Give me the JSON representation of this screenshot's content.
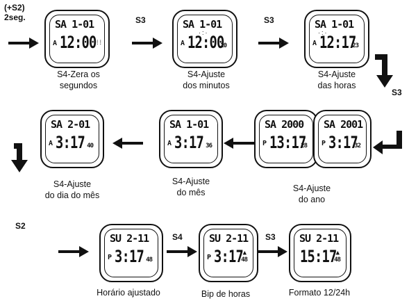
{
  "start": {
    "line1": "(+S2)",
    "line2": "2seg."
  },
  "row1": {
    "screens": [
      {
        "top": "SA 1-01",
        "ampm": "A",
        "time": "12:00",
        "sec": ""
      },
      {
        "top": "SA 1-01",
        "ampm": "A",
        "time": "12:00",
        "sec": "10"
      },
      {
        "top": "SA 1-01",
        "ampm": "A",
        "time": "12:17",
        "sec": "23"
      }
    ],
    "captions": [
      {
        "line1": "S4-Zera os",
        "line2": "segundos"
      },
      {
        "line1": "S4-Ajuste",
        "line2": "dos minutos"
      },
      {
        "line1": "S4-Ajuste",
        "line2": "das horas"
      }
    ],
    "keys": [
      "S3",
      "S3",
      "S3"
    ]
  },
  "row2": {
    "screens": [
      {
        "top": "SA 2-01",
        "ampm": "A",
        "time": "3:17",
        "sec": "40"
      },
      {
        "top": "SA 1-01",
        "ampm": "A",
        "time": "3:17",
        "sec": "36"
      },
      {
        "top": "SA 2000",
        "ampm": "P",
        "time": "13:17",
        "sec": "28"
      },
      {
        "top": "SA 2001",
        "ampm": "P",
        "time": "3:17",
        "sec": "32"
      }
    ],
    "captions": [
      {
        "line1": "S4-Ajuste",
        "line2": "do dia do mês"
      },
      {
        "line1": "S4-Ajuste",
        "line2": "do mês"
      },
      {
        "line1": "S4-Ajuste",
        "line2": "do ano"
      }
    ]
  },
  "row3": {
    "screens": [
      {
        "top": "SU 2-11",
        "ampm": "P",
        "time": "3:17",
        "sec": "48",
        "bell": ""
      },
      {
        "top": "SU 2-11",
        "ampm": "P",
        "time": "3:17",
        "sec": "48",
        "bell": "▲"
      },
      {
        "top": "SU 2-11",
        "ampm": "",
        "time": "15:17",
        "sec": "48",
        "bell": "▲"
      }
    ],
    "captions": [
      "Horário ajustado",
      "Bip de horas",
      "Formato 12/24h"
    ],
    "keys": [
      "S2",
      "S4",
      "S3"
    ]
  }
}
